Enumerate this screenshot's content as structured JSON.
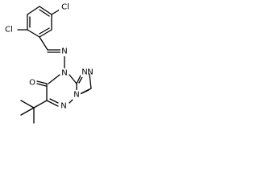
{
  "molecule": {
    "atoms": {
      "cl_top": "Cl",
      "cl_left": "Cl",
      "n_imine": "N",
      "o_carbonyl": "O",
      "n8": "N",
      "n_tri_a": "N",
      "n_tri_b": "N",
      "n_tri_c": "N",
      "n5": "N"
    }
  },
  "colors": {
    "bond": "#000000",
    "text": "#000000",
    "background": "#ffffff"
  }
}
